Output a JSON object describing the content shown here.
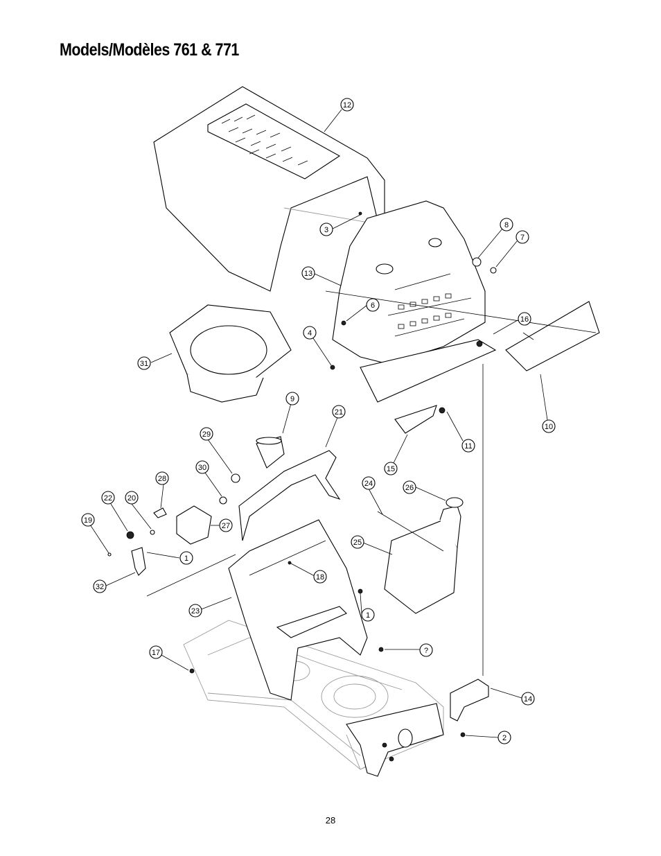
{
  "page": {
    "title": "Models/Modèles 761 & 771",
    "page_number": "28"
  },
  "callouts": [
    {
      "id": "c12",
      "label": "12"
    },
    {
      "id": "c3",
      "label": "3"
    },
    {
      "id": "c8",
      "label": "8"
    },
    {
      "id": "c7",
      "label": "7"
    },
    {
      "id": "c13",
      "label": "13"
    },
    {
      "id": "c6",
      "label": "6"
    },
    {
      "id": "c16",
      "label": "16"
    },
    {
      "id": "c4",
      "label": "4"
    },
    {
      "id": "c31",
      "label": "31"
    },
    {
      "id": "c9",
      "label": "9"
    },
    {
      "id": "c21",
      "label": "21"
    },
    {
      "id": "c10",
      "label": "10"
    },
    {
      "id": "c11",
      "label": "11"
    },
    {
      "id": "c29",
      "label": "29"
    },
    {
      "id": "c15",
      "label": "15"
    },
    {
      "id": "c30",
      "label": "30"
    },
    {
      "id": "c28",
      "label": "28"
    },
    {
      "id": "c24",
      "label": "24"
    },
    {
      "id": "c26",
      "label": "26"
    },
    {
      "id": "c22",
      "label": "22"
    },
    {
      "id": "c20",
      "label": "20"
    },
    {
      "id": "c19",
      "label": "19"
    },
    {
      "id": "c27",
      "label": "27"
    },
    {
      "id": "c25",
      "label": "25"
    },
    {
      "id": "c1a",
      "label": "1"
    },
    {
      "id": "c18",
      "label": "18"
    },
    {
      "id": "c32",
      "label": "32"
    },
    {
      "id": "c1b",
      "label": "1"
    },
    {
      "id": "c23",
      "label": "23"
    },
    {
      "id": "cq",
      "label": "?"
    },
    {
      "id": "c17",
      "label": "17"
    },
    {
      "id": "c14",
      "label": "14"
    },
    {
      "id": "c2",
      "label": "2"
    }
  ]
}
